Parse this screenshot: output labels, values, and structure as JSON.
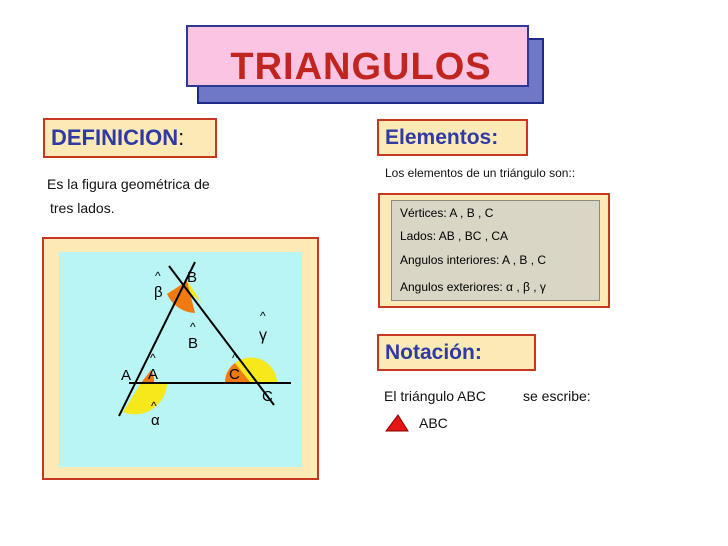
{
  "title": "TRIANGULOS",
  "definition": {
    "label": "DEFINICION",
    "colon": ":",
    "text_line1": "Es la figura geométrica de",
    "text_line2": "tres lados."
  },
  "elements": {
    "label": "Elementos:",
    "intro": "Los elementos de un triángulo son::",
    "vertices": "Vértices:  A , B , C",
    "sides": "Lados:  AB , BC , CA",
    "interior_angles": "Angulos interiores:  A , B , C",
    "exterior_angles": "Angulos exteriores:  α , β , γ"
  },
  "figure": {
    "vertex_a": "A",
    "vertex_b": "B",
    "vertex_c": "C",
    "angle_a": "A",
    "angle_b": "B",
    "angle_c": "C",
    "alpha": "α",
    "beta": "β",
    "gamma": "γ",
    "hat": "^"
  },
  "notation": {
    "label": "Notación:",
    "text_part1": "El triángulo ABC",
    "text_part2": "se escribe:",
    "symbol_label": "ABC"
  },
  "colors": {
    "title_text": "#c0261f",
    "label_text": "#2f3aa3",
    "border": "#c8371f",
    "box_fill": "#fbe9b6",
    "title_fill": "#fbc4e2",
    "figure_fill": "#b9f5f5",
    "angle_yellow": "#f6e81a",
    "angle_orange": "#f07a10",
    "triangle_symbol": "#e41616"
  }
}
